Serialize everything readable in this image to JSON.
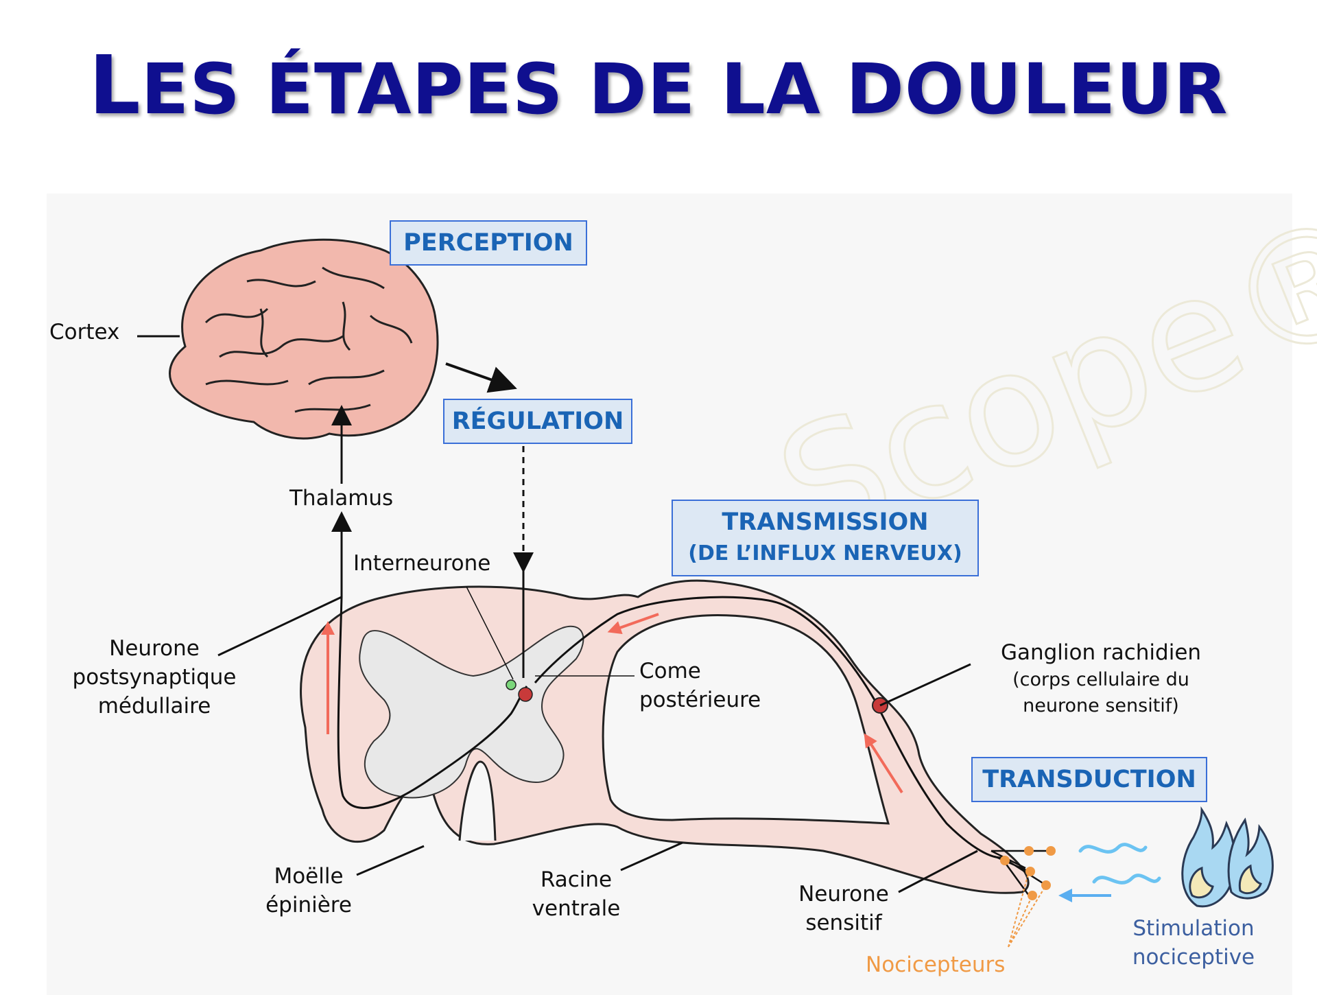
{
  "title": {
    "first_letter": "L",
    "rest": "ES ÉTAPES DE LA DOULEUR"
  },
  "boxes": {
    "perception": "PERCEPTION",
    "regulation": "RÉGULATION",
    "transmission": "TRANSMISSION",
    "transmission_sub": "(DE L’INFLUX NERVEUX)",
    "transduction": "TRANSDUCTION"
  },
  "labels": {
    "cortex": "Cortex",
    "thalamus": "Thalamus",
    "interneurone": "Interneurone",
    "neurone_post_1": "Neurone",
    "neurone_post_2": "postsynaptique",
    "neurone_post_3": "médullaire",
    "corne_1": "Come",
    "corne_2": "postérieure",
    "ganglion_1": "Ganglion rachidien",
    "ganglion_2": "(corps cellulaire du",
    "ganglion_3": "neurone sensitif)",
    "moelle_1": "Moëlle",
    "moelle_2": "épinière",
    "racine_1": "Racine",
    "racine_2": "ventrale",
    "neurone_sens_1": "Neurone",
    "neurone_sens_2": "sensitif",
    "nocicepteurs": "Nocicepteurs",
    "stimulation_1": "Stimulation",
    "stimulation_2": "nociceptive"
  },
  "watermark": "Scope®",
  "colors": {
    "title": "#0f0f8f",
    "box_text": "#1a64b5",
    "box_border": "#3a6fd8",
    "box_fill": "#dde8f4",
    "brain": "#f2b8ad",
    "cord": "#f6ddd8",
    "grey_matter": "#e8e8e8",
    "red_arrow": "#f26a5a",
    "orange": "#f09a45",
    "blue_arrow": "#5aaef0",
    "flame": "#a9d8f2"
  },
  "icons": [
    "brain-icon",
    "flame-icon",
    "wave-icon"
  ]
}
